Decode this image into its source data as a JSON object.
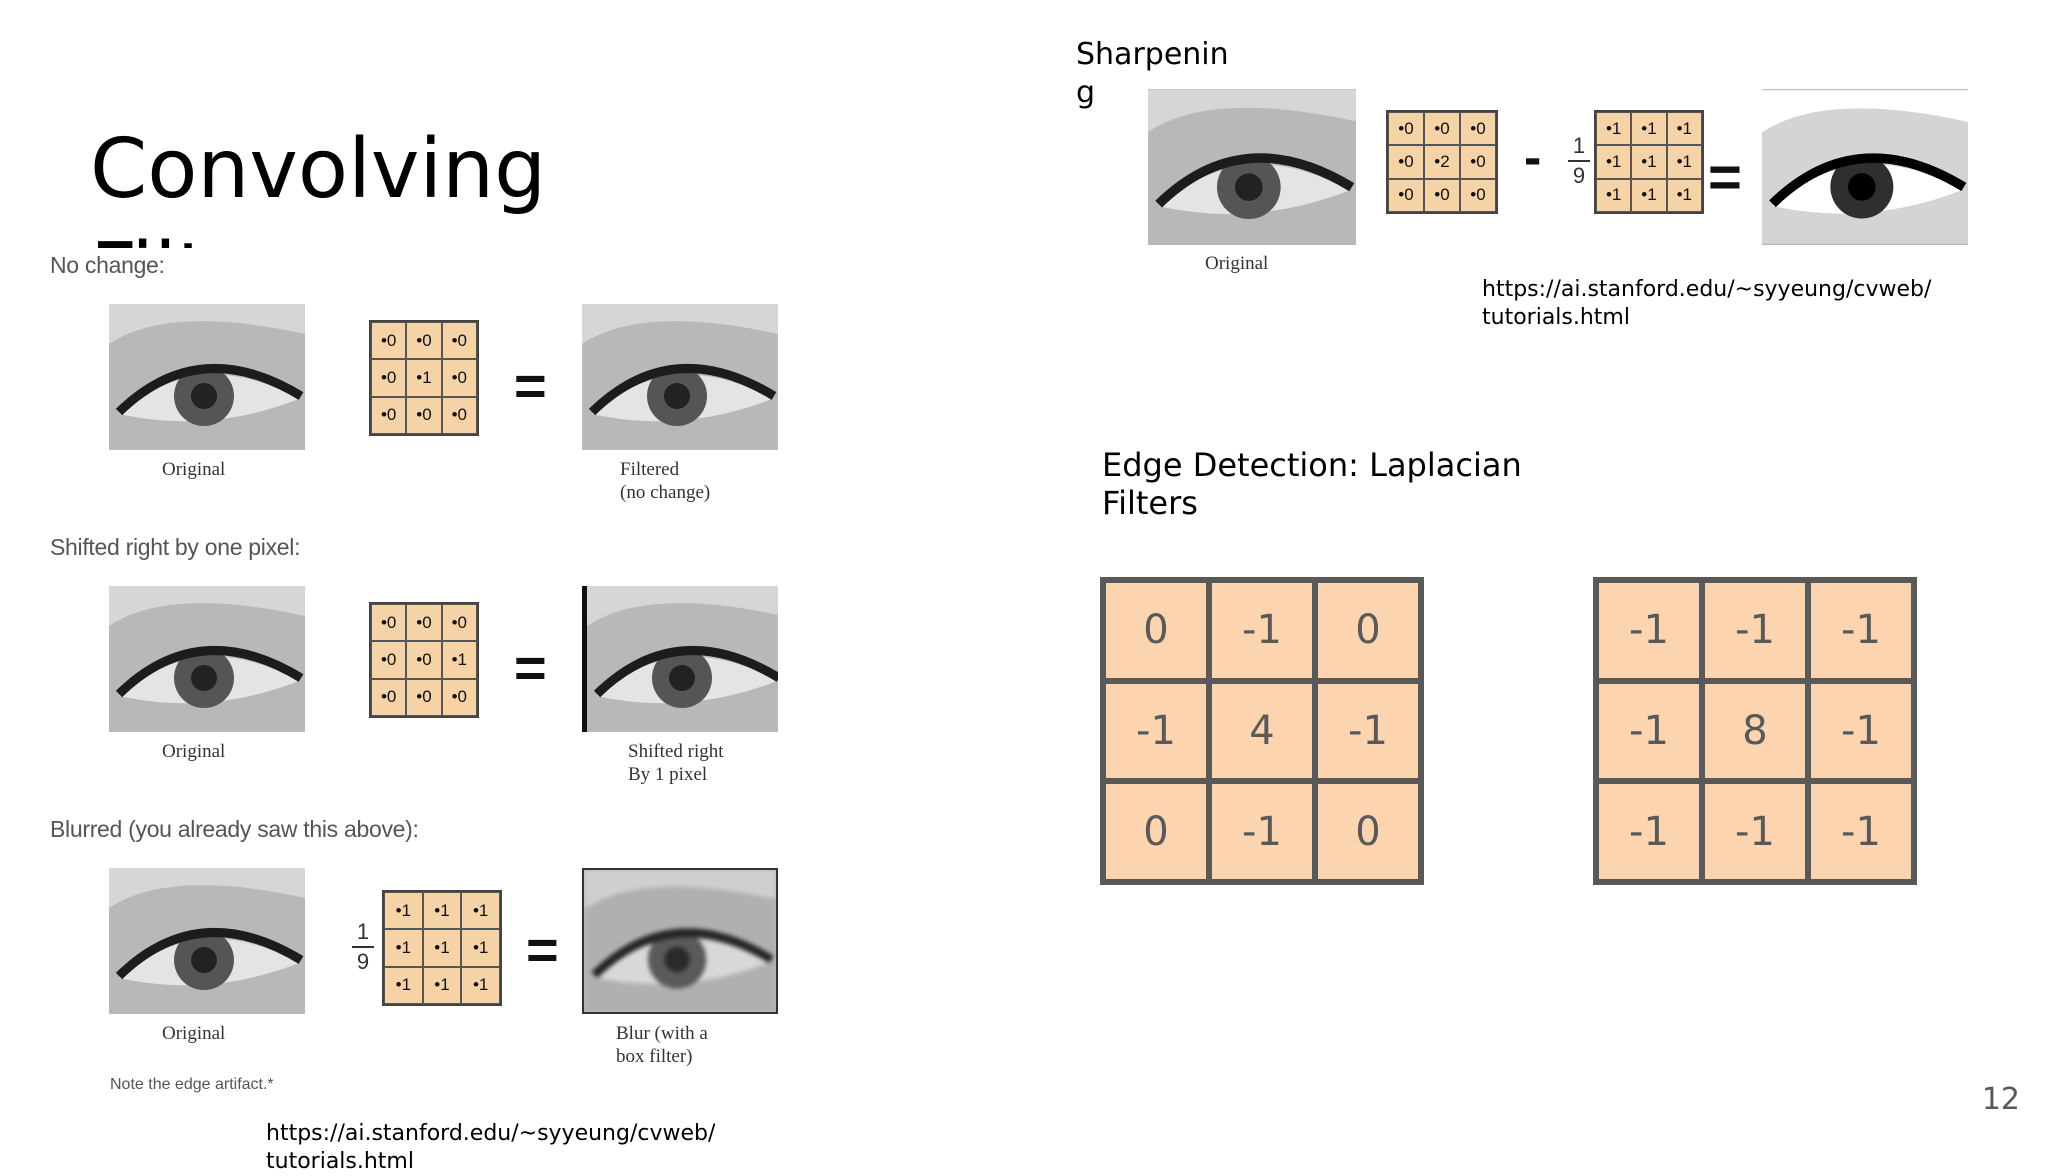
{
  "slide": {
    "title": "Convolving\nFilters",
    "page_number": "12"
  },
  "left_figure": {
    "sections": [
      {
        "label": "No change:",
        "kernel": [
          "•0",
          "•0",
          "•0",
          "•0",
          "•1",
          "•0",
          "•0",
          "•0",
          "•0"
        ],
        "left_caption": "Original",
        "right_caption": "Filtered\n(no change)"
      },
      {
        "label": "Shifted right by one pixel:",
        "kernel": [
          "•0",
          "•0",
          "•0",
          "•0",
          "•0",
          "•1",
          "•0",
          "•0",
          "•0"
        ],
        "left_caption": "Original",
        "right_caption": "Shifted right\nBy 1 pixel"
      },
      {
        "label": "Blurred (you already saw this above):",
        "fraction": {
          "numerator": "1",
          "denominator": "9"
        },
        "kernel": [
          "•1",
          "•1",
          "•1",
          "•1",
          "•1",
          "•1",
          "•1",
          "•1",
          "•1"
        ],
        "left_caption": "Original",
        "right_caption": "Blur (with a\nbox filter)"
      }
    ],
    "note": "Note the edge artifact.*",
    "equals_symbol": "="
  },
  "left_url": "https://ai.stanford.edu/~syyeung/cvweb/\ntutorials.html",
  "sharpening": {
    "label": "Sharpening",
    "kernel_a": [
      "•0",
      "•0",
      "•0",
      "•0",
      "•2",
      "•0",
      "•0",
      "•0",
      "•0"
    ],
    "minus_symbol": "-",
    "fraction": {
      "numerator": "1",
      "denominator": "9"
    },
    "kernel_b": [
      "•1",
      "•1",
      "•1",
      "•1",
      "•1",
      "•1",
      "•1",
      "•1",
      "•1"
    ],
    "equals_symbol": "=",
    "caption": "Original",
    "url": "https://ai.stanford.edu/~syyeung/cvweb/\ntutorials.html"
  },
  "edge_detection": {
    "label": "Edge Detection: Laplacian\nFilters",
    "kernel_1": [
      "0",
      "-1",
      "0",
      "-1",
      "4",
      "-1",
      "0",
      "-1",
      "0"
    ],
    "kernel_2": [
      "-1",
      "-1",
      "-1",
      "-1",
      "8",
      "-1",
      "-1",
      "-1",
      "-1"
    ],
    "cell_color": "#fcd5b0",
    "border_color": "#595959"
  }
}
